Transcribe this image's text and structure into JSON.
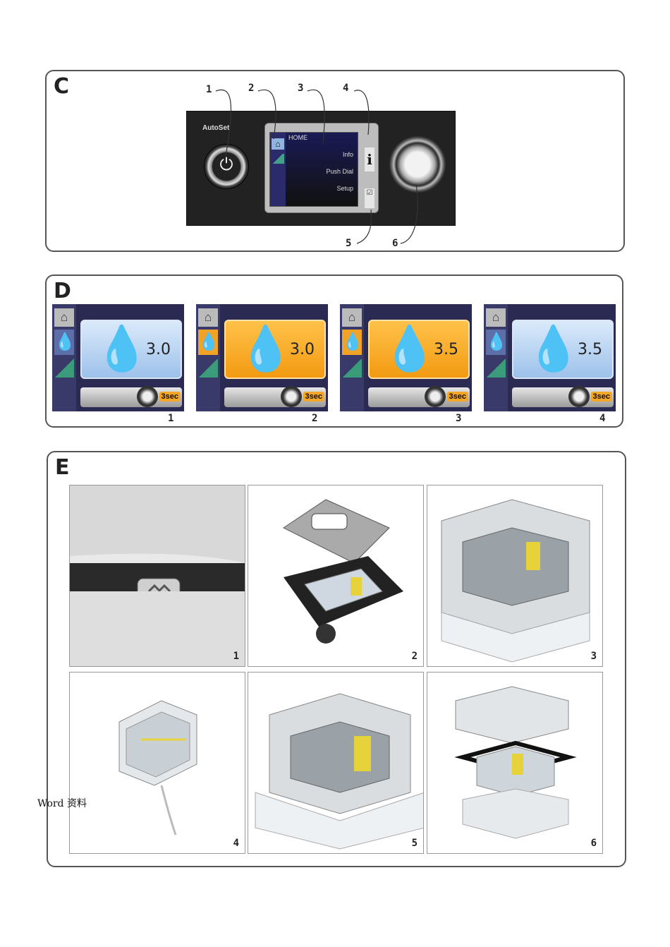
{
  "panel_c": {
    "letter": "C",
    "device": {
      "brand_label": "AutoSet",
      "power_glyph": "⏻",
      "screen_title": "HOME",
      "screen_items": [
        "Info",
        "Push Dial",
        "Setup"
      ],
      "info_button": "i",
      "menu_button": "☑"
    },
    "callouts": [
      "1",
      "2",
      "3",
      "4",
      "5",
      "6"
    ]
  },
  "panel_d": {
    "letter": "D",
    "frames": [
      {
        "value": "3.0",
        "timer": "3sec",
        "number": "1",
        "highlighted": false
      },
      {
        "value": "3.0",
        "timer": "3sec",
        "number": "2",
        "highlighted": true
      },
      {
        "value": "3.5",
        "timer": "3sec",
        "number": "3",
        "highlighted": true
      },
      {
        "value": "3.5",
        "timer": "3sec",
        "number": "4",
        "highlighted": false
      }
    ],
    "colors": {
      "highlight": "#f39a12",
      "normal": "#9dc1ea"
    }
  },
  "panel_e": {
    "letter": "E",
    "steps": [
      "1",
      "2",
      "3",
      "4",
      "5",
      "6"
    ]
  },
  "footer_text": "Word 资料"
}
